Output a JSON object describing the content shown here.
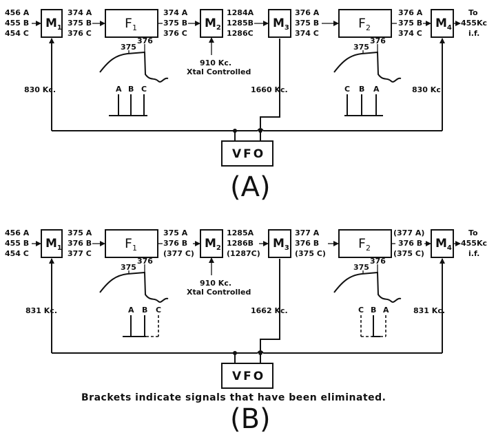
{
  "diagram_a": {
    "in_a": "456 A",
    "in_b": "455 B",
    "in_c": "454 C",
    "m1": "M",
    "m1_sub": "1",
    "m1_out_a": "374 A",
    "m1_out_b": "375 B",
    "m1_out_c": "376 C",
    "f1": "F",
    "f1_sub": "1",
    "f1_out_a": "374 A",
    "f1_out_b": "375 B",
    "f1_out_c": "376 C",
    "m2": "M",
    "m2_sub": "2",
    "m2_out_a": "1284A",
    "m2_out_b": "1285B",
    "m2_out_c": "1286C",
    "m3": "M",
    "m3_sub": "3",
    "m3_out_a": "376 A",
    "m3_out_b": "375 B",
    "m3_out_c": "374 C",
    "f2": "F",
    "f2_sub": "2",
    "f2_out_a": "376 A",
    "f2_out_b": "375 B",
    "f2_out_c": "374 C",
    "m4": "M",
    "m4_sub": "4",
    "out_1": "To",
    "out_2": "455Kc",
    "out_3": "i.f.",
    "curve1_375": "375",
    "curve1_376": "376",
    "curve1_a": "A",
    "curve1_b": "B",
    "curve1_c": "C",
    "curve2_375": "375",
    "curve2_376": "376",
    "curve2_c": "C",
    "curve2_b": "B",
    "curve2_a": "A",
    "xtal_freq": "910 Kc.",
    "xtal_label": "Xtal Controlled",
    "vfo_m1": "830 Kc.",
    "vfo_m3": "1660 Kc.",
    "vfo_m4": "830 Kc.",
    "vfo": "VFO",
    "caption": "(A)"
  },
  "diagram_b": {
    "in_a": "456 A",
    "in_b": "455 B",
    "in_c": "454 C",
    "m1": "M",
    "m1_sub": "1",
    "m1_out_a": "375 A",
    "m1_out_b": "376 B",
    "m1_out_c": "377 C",
    "f1": "F",
    "f1_sub": "1",
    "f1_out_a": "375 A",
    "f1_out_b": "376 B",
    "f1_out_c": "(377 C)",
    "m2": "M",
    "m2_sub": "2",
    "m2_out_a": "1285A",
    "m2_out_b": "1286B",
    "m2_out_c": "(1287C)",
    "m3": "M",
    "m3_sub": "3",
    "m3_out_a": "377 A",
    "m3_out_b": "376 B",
    "m3_out_c": "(375 C)",
    "f2": "F",
    "f2_sub": "2",
    "f2_out_a": "(377 A)",
    "f2_out_b": "376 B",
    "f2_out_c": "(375 C)",
    "m4": "M",
    "m4_sub": "4",
    "out_1": "To",
    "out_2": "455Kc",
    "out_3": "i.f.",
    "curve1_375": "375",
    "curve1_376": "376",
    "curve1_a": "A",
    "curve1_b": "B",
    "curve1_c": "C",
    "curve2_375": "375",
    "curve2_376": "376",
    "curve2_c": "C",
    "curve2_b": "B",
    "curve2_a": "A",
    "xtal_freq": "910 Kc.",
    "xtal_label": "Xtal Controlled",
    "vfo_m1": "831 Kc.",
    "vfo_m3": "1662 Kc.",
    "vfo_m4": "831 Kc.",
    "vfo": "VFO",
    "note": "Brackets indicate signals that have been eliminated.",
    "caption": "(B)"
  }
}
